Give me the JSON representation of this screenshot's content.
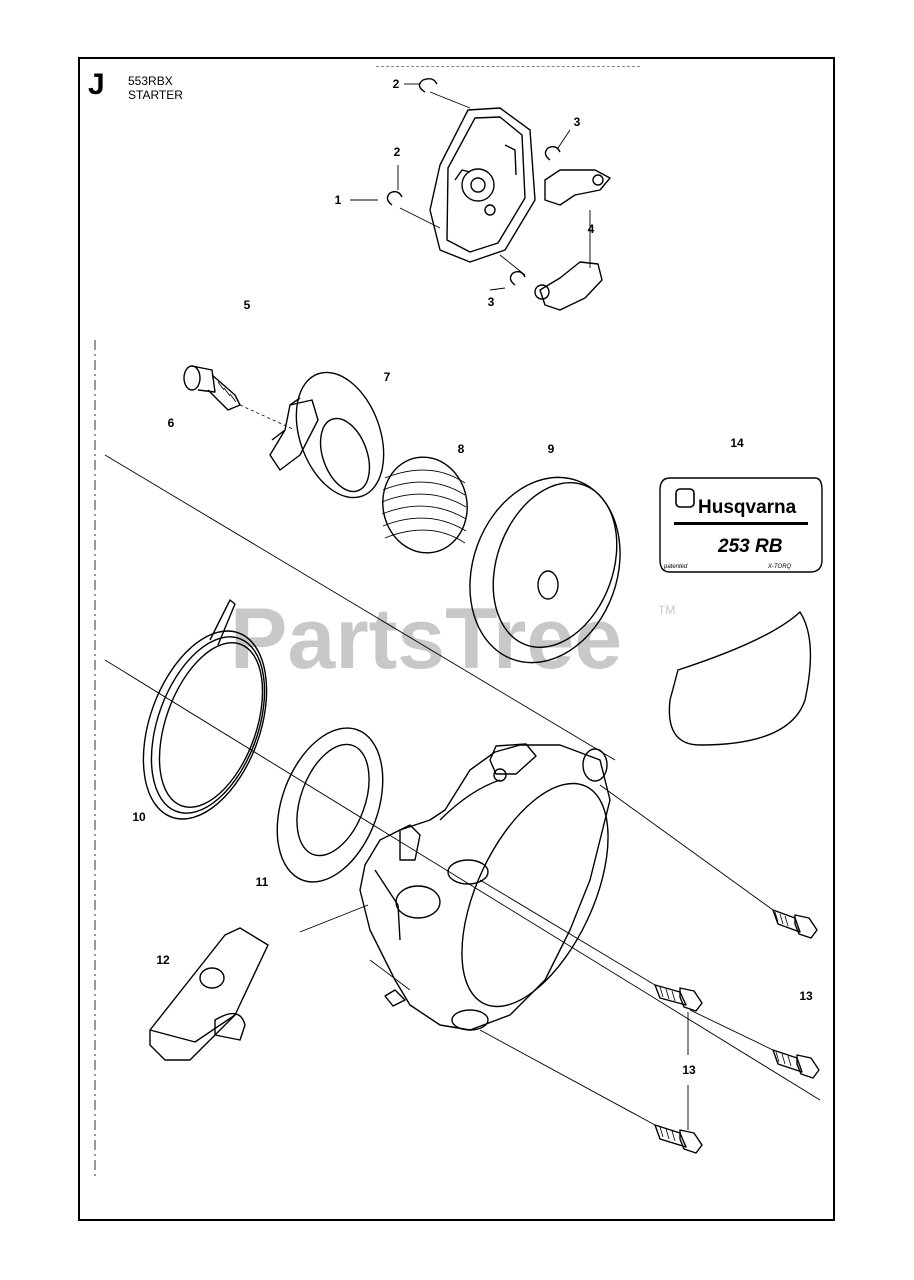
{
  "page": {
    "section_letter": "J",
    "model": "553RBX",
    "title": "STARTER"
  },
  "callouts": [
    {
      "id": "c1",
      "label": "1"
    },
    {
      "id": "c2a",
      "label": "2"
    },
    {
      "id": "c2b",
      "label": "2"
    },
    {
      "id": "c3a",
      "label": "3"
    },
    {
      "id": "c3b",
      "label": "3"
    },
    {
      "id": "c4",
      "label": "4"
    },
    {
      "id": "c5",
      "label": "5"
    },
    {
      "id": "c6",
      "label": "6"
    },
    {
      "id": "c7",
      "label": "7"
    },
    {
      "id": "c8",
      "label": "8"
    },
    {
      "id": "c9",
      "label": "9"
    },
    {
      "id": "c10",
      "label": "10"
    },
    {
      "id": "c11",
      "label": "11"
    },
    {
      "id": "c12",
      "label": "12"
    },
    {
      "id": "c13a",
      "label": "13"
    },
    {
      "id": "c13b",
      "label": "13"
    },
    {
      "id": "c14",
      "label": "14"
    }
  ],
  "decal": {
    "brand": "Husqvarna",
    "model": "253 RB",
    "patented": "patented",
    "engine": "X-TORQ"
  },
  "watermark": {
    "text": "PartsTree",
    "tm": "TM"
  },
  "colors": {
    "line": "#000000",
    "watermark": "#c8c8c8"
  }
}
